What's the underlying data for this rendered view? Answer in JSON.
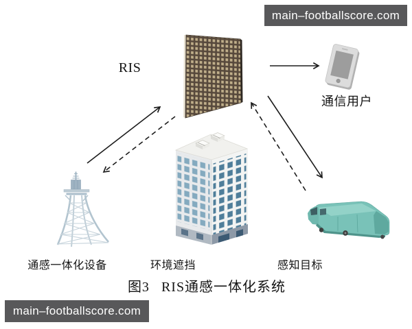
{
  "watermarks": {
    "top_right": "main–footballscore.com",
    "bottom_left": "main–footballscore.com"
  },
  "labels": {
    "ris": "RIS",
    "comm_user": "通信用户",
    "isac_device": "通感一体化设备",
    "env_block": "环境遮挡",
    "sensing_target": "感知目标"
  },
  "caption": {
    "number": "图3",
    "title": "RIS通感一体化系统"
  },
  "edges": [
    {
      "from": "通感一体化设备",
      "to": "RIS",
      "style": "solid"
    },
    {
      "from": "RIS",
      "to": "通感一体化设备",
      "style": "dashed"
    },
    {
      "from": "RIS",
      "to": "通信用户",
      "style": "solid"
    },
    {
      "from": "RIS",
      "to": "感知目标",
      "style": "solid"
    },
    {
      "from": "感知目标",
      "to": "RIS",
      "style": "dashed"
    }
  ],
  "colors": {
    "watermark_bg": "#58585a",
    "watermark_text": "#ffffff",
    "arrow": "#1c1c1c",
    "ris_panel_base": "#57493c",
    "ris_panel_cell": "#bfae8a",
    "building_face": "#e8eaec",
    "building_window_left": "#84aabf",
    "building_window_right": "#4f7e9a",
    "building_base": "#8d99a7",
    "tower": "#b7c8d2",
    "van_body": "#79c2b8",
    "phone_body": "#dcdcdc",
    "phone_screen": "#9d9d9d"
  }
}
